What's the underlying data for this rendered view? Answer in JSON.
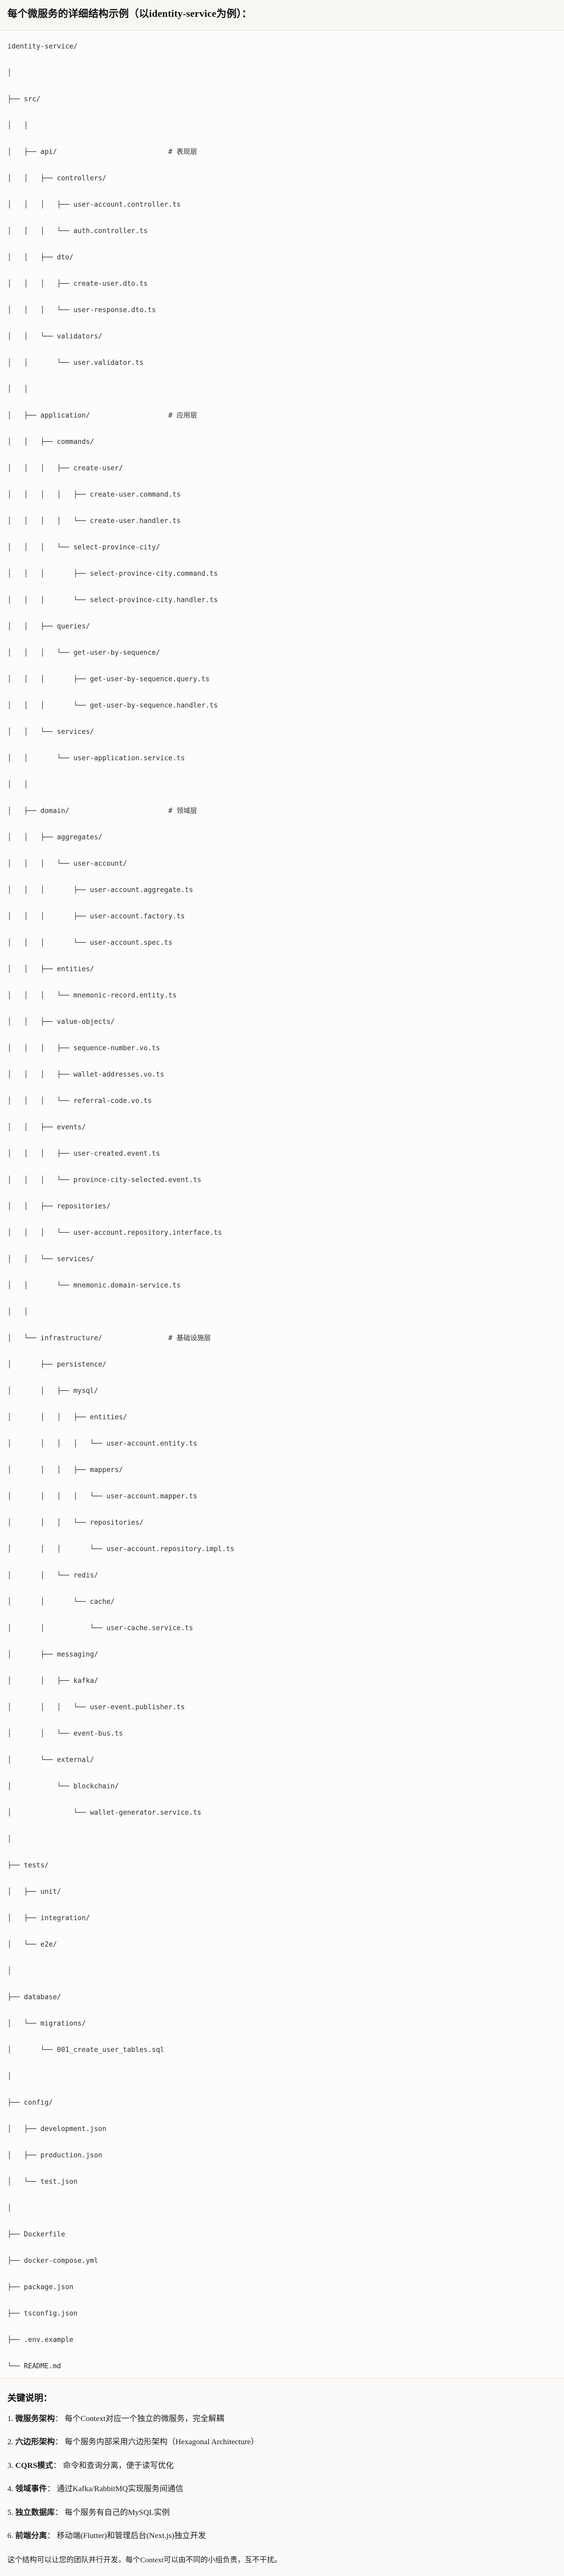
{
  "heading": {
    "title": "每个微服务的详细结构示例（以identity-service为例）："
  },
  "tree": {
    "root_label": "identity-service/",
    "lines": [
      "identity-service/",
      "│",
      "├── src/",
      "│   │",
      "│   ├── api/                           # 表现层",
      "│   │   ├── controllers/",
      "│   │   │   ├── user-account.controller.ts",
      "│   │   │   └── auth.controller.ts",
      "│   │   ├── dto/",
      "│   │   │   ├── create-user.dto.ts",
      "│   │   │   └── user-response.dto.ts",
      "│   │   └── validators/",
      "│   │       └── user.validator.ts",
      "│   │",
      "│   ├── application/                   # 应用层",
      "│   │   ├── commands/",
      "│   │   │   ├── create-user/",
      "│   │   │   │   ├── create-user.command.ts",
      "│   │   │   │   └── create-user.handler.ts",
      "│   │   │   └── select-province-city/",
      "│   │   │       ├── select-province-city.command.ts",
      "│   │   │       └── select-province-city.handler.ts",
      "│   │   ├── queries/",
      "│   │   │   └── get-user-by-sequence/",
      "│   │   │       ├── get-user-by-sequence.query.ts",
      "│   │   │       └── get-user-by-sequence.handler.ts",
      "│   │   └── services/",
      "│   │       └── user-application.service.ts",
      "│   │",
      "│   ├── domain/                        # 领域层",
      "│   │   ├── aggregates/",
      "│   │   │   └── user-account/",
      "│   │   │       ├── user-account.aggregate.ts",
      "│   │   │       ├── user-account.factory.ts",
      "│   │   │       └── user-account.spec.ts",
      "│   │   ├── entities/",
      "│   │   │   └── mnemonic-record.entity.ts",
      "│   │   ├── value-objects/",
      "│   │   │   ├── sequence-number.vo.ts",
      "│   │   │   ├── wallet-addresses.vo.ts",
      "│   │   │   └── referral-code.vo.ts",
      "│   │   ├── events/",
      "│   │   │   ├── user-created.event.ts",
      "│   │   │   └── province-city-selected.event.ts",
      "│   │   ├── repositories/",
      "│   │   │   └── user-account.repository.interface.ts",
      "│   │   └── services/",
      "│   │       └── mnemonic.domain-service.ts",
      "│   │",
      "│   └── infrastructure/                # 基础设施层",
      "│       ├── persistence/",
      "│       │   ├── mysql/",
      "│       │   │   ├── entities/",
      "│       │   │   │   └── user-account.entity.ts",
      "│       │   │   ├── mappers/",
      "│       │   │   │   └── user-account.mapper.ts",
      "│       │   │   └── repositories/",
      "│       │   │       └── user-account.repository.impl.ts",
      "│       │   └── redis/",
      "│       │       └── cache/",
      "│       │           └── user-cache.service.ts",
      "│       ├── messaging/",
      "│       │   ├── kafka/",
      "│       │   │   └── user-event.publisher.ts",
      "│       │   └── event-bus.ts",
      "│       └── external/",
      "│           └── blockchain/",
      "│               └── wallet-generator.service.ts",
      "│",
      "├── tests/",
      "│   ├── unit/",
      "│   ├── integration/",
      "│   └── e2e/",
      "│",
      "├── database/",
      "│   └── migrations/",
      "│       └── 001_create_user_tables.sql",
      "│",
      "├── config/",
      "│   ├── development.json",
      "│   ├── production.json",
      "│   └── test.json",
      "│",
      "├── Dockerfile",
      "├── docker-compose.yml",
      "├── package.json",
      "├── tsconfig.json",
      "├── .env.example",
      "└── README.md"
    ],
    "layer_comments": [
      "# 表现层",
      "# 应用层",
      "# 领域层",
      "# 基础设施层"
    ]
  },
  "notes": {
    "title": "关键说明：",
    "items": [
      {
        "num": "1.",
        "term": "微服务架构",
        "sep": "：",
        "desc": "每个Context对应一个独立的微服务，完全解耦"
      },
      {
        "num": "2.",
        "term": "六边形架构",
        "sep": "：",
        "desc": "每个服务内部采用六边形架构（Hexagonal Architecture）"
      },
      {
        "num": "3.",
        "term": "CQRS模式",
        "sep": "：",
        "desc": "命令和查询分离，便于读写优化"
      },
      {
        "num": "4.",
        "term": "领域事件",
        "sep": "：",
        "desc": "通过Kafka/RabbitMQ实现服务间通信"
      },
      {
        "num": "5.",
        "term": "独立数据库",
        "sep": "：",
        "desc": "每个服务有自己的MySQL实例"
      },
      {
        "num": "6.",
        "term": "前端分离",
        "sep": "：",
        "desc": "移动端(Flutter)和管理后台(Next.js)独立开发"
      }
    ],
    "closing": "这个结构可以让您的团队并行开发，每个Context可以由不同的小组负责，互不干扰。"
  },
  "colors": {
    "page_bg": "#fbfaf8",
    "code_bg": "#fdfcfa",
    "header_bg": "#f7f6f2",
    "rule": "#e6e2dc",
    "text": "#1a1a1a",
    "code_text": "#2b2f33"
  }
}
